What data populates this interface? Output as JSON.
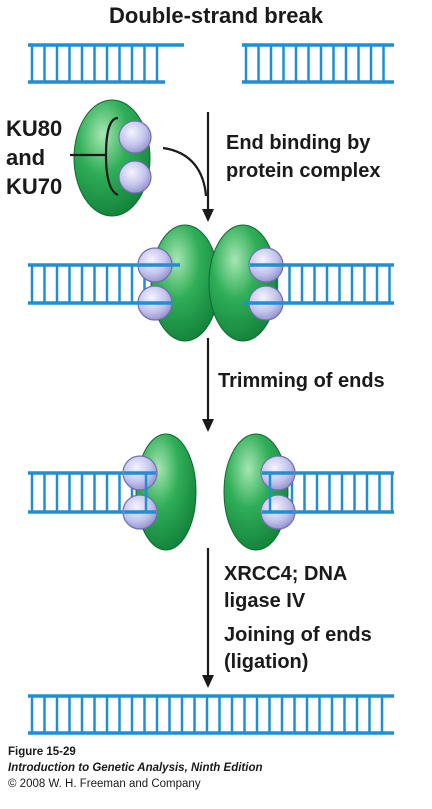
{
  "title": "Double-strand break",
  "labels": {
    "ku80": "KU80",
    "and": "and",
    "ku70": "KU70"
  },
  "steps": {
    "end_binding_1": "End binding by",
    "end_binding_2": "protein complex",
    "trimming": "Trimming of ends",
    "xrcc4_1": "XRCC4; DNA",
    "xrcc4_2": "ligase IV",
    "joining_1": "Joining of ends",
    "joining_2": "(ligation)"
  },
  "caption": {
    "figure": "Figure 15-29",
    "book": "Introduction to Genetic Analysis, Ninth Edition",
    "copyright": "© 2008 W. H. Freeman and Company"
  },
  "colors": {
    "dna": "#1f8fd1",
    "protein": "#1e9a4a",
    "protein_light": "#7fd393",
    "ku_sphere": "#b8b8e6",
    "text": "#1a1a1a"
  }
}
